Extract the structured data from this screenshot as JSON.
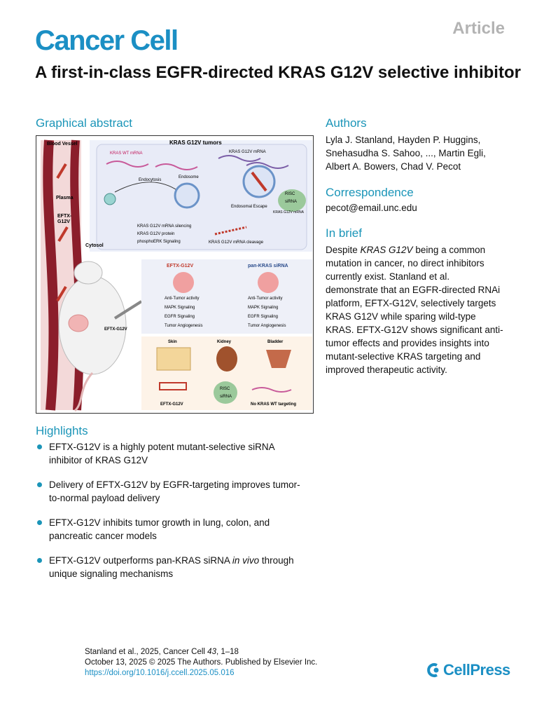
{
  "header": {
    "journal": "Cancer Cell",
    "article_type": "Article",
    "title": "A first-in-class EGFR-directed KRAS G12V selective inhibitor"
  },
  "graphical_abstract": {
    "heading": "Graphical abstract",
    "labels": {
      "blood_vessel": "Blood Vessel",
      "tumors": "KRAS G12V tumors",
      "wt_mrna": "KRAS WT mRNA",
      "g12v_mrna": "KRAS G12V mRNA",
      "endocytosis": "Endocytosis",
      "endosome": "Endosome",
      "risc": "RISC",
      "sirna": "siRNA",
      "risc_mrna": "KRAS G12V mRNA",
      "plasma": "Plasma",
      "eftx1": "EFTX-",
      "eftx2": "G12V",
      "endosomal_escape": "Endosomal Escape",
      "silencing": "KRAS G12V mRNA silencing",
      "protein": "KRAS G12V protein",
      "phospho": "phosphoERK Signaling",
      "cytosol": "Cytosol",
      "cleavage": "KRAS G12V mRNA cleavage",
      "col1": "EFTX-G12V",
      "col2": "pan-KRAS siRNA",
      "anti_tumor": "Anti-Tumor activity",
      "mapk": "MAPK Signaling",
      "egfr": "EGFR Signaling",
      "angio": "Tumor Angiogenesis",
      "mouse_label": "EFTX-G12V",
      "skin": "Skin",
      "kidney": "Kidney",
      "bladder": "Bladder",
      "bottom_eftx": "EFTX-G12V",
      "bottom_risc": "RISC",
      "bottom_sirna": "siRNA",
      "no_wt": "No KRAS WT targeting"
    }
  },
  "authors": {
    "heading": "Authors",
    "line1": "Lyla J. Stanland, Hayden P. Huggins,",
    "line2": "Snehasudha S. Sahoo, ..., Martin Egli,",
    "line3": "Albert A. Bowers, Chad V. Pecot"
  },
  "correspondence": {
    "heading": "Correspondence",
    "email": "pecot@email.unc.edu"
  },
  "in_brief": {
    "heading": "In brief",
    "lines": [
      [
        "Despite ",
        "KRAS G12V",
        " being a common"
      ],
      "mutation in cancer, no direct inhibitors",
      "currently exist. Stanland et al.",
      "demonstrate that an EGFR-directed RNAi",
      "platform, EFTX-G12V, selectively targets",
      "KRAS G12V while sparing wild-type",
      "KRAS. EFTX-G12V shows significant anti-",
      "tumor effects and provides insights into",
      "mutant-selective KRAS targeting and",
      "improved therapeutic activity."
    ]
  },
  "highlights": {
    "heading": "Highlights",
    "items": [
      {
        "line1": "EFTX-G12V is a highly potent mutant-selective siRNA",
        "line2": "inhibitor of KRAS G12V"
      },
      {
        "line1": "Delivery of EFTX-G12V by EGFR-targeting improves tumor-",
        "line2": "to-normal payload delivery"
      },
      {
        "line1": "EFTX-G12V inhibits tumor growth in lung, colon, and",
        "line2": "pancreatic cancer models"
      },
      {
        "line1_pre": "EFTX-G12V outperforms pan-KRAS siRNA ",
        "line1_em": "in vivo",
        "line1_post": " through",
        "line2": "unique signaling mechanisms"
      }
    ]
  },
  "footer": {
    "citation_pre": "Stanland et al., 2025, Cancer Cell ",
    "citation_vol": "43",
    "citation_post": ", 1–18",
    "date_line": "October 13, 2025 © 2025 The Authors. Published by Elsevier Inc.",
    "doi": "https://doi.org/10.1016/j.ccell.2025.05.016",
    "publisher": "CellPress"
  },
  "colors": {
    "accent": "#1b95b8",
    "brand": "#1b8fc4"
  }
}
